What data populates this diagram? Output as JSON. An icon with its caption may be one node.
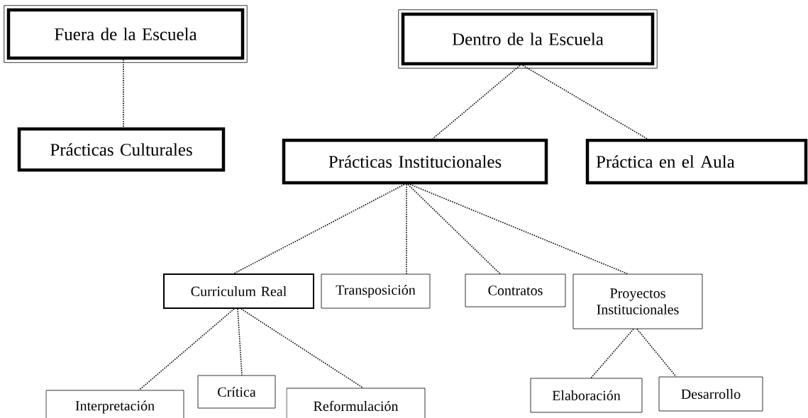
{
  "diagram": {
    "nodes": [
      {
        "text": [
          "Fuera de la Escuela"
        ]
      },
      {
        "text": [
          "Prácticas Culturales"
        ]
      },
      {
        "text": [
          "Dentro de la Escuela"
        ]
      },
      {
        "text": [
          "Prácticas Institucionales"
        ]
      },
      {
        "text": [
          "Práctica en el Aula"
        ]
      },
      {
        "text": [
          "Curriculum Real"
        ]
      },
      {
        "text": [
          "Transposición"
        ]
      },
      {
        "text": [
          "Contratos"
        ]
      },
      {
        "text": [
          "Proyectos Institucionales"
        ]
      },
      {
        "text": [
          "Interpretación"
        ]
      },
      {
        "text": [
          "Crítica"
        ]
      },
      {
        "text": [
          "Reformulación"
        ]
      },
      {
        "text": [
          "Elaboración"
        ]
      },
      {
        "text": [
          "Desarrollo"
        ]
      }
    ],
    "edges": [
      {
        "from": 0,
        "to": 1,
        "arrow": "none"
      },
      {
        "from": 2,
        "to": 3,
        "arrow": "none"
      },
      {
        "from": 2,
        "to": 4,
        "arrow": "none"
      },
      {
        "from": 3,
        "to": 5,
        "arrow": "none"
      },
      {
        "from": 3,
        "to": 6,
        "arrow": "none"
      },
      {
        "from": 3,
        "to": 7,
        "arrow": "none"
      },
      {
        "from": 3,
        "to": 8,
        "arrow": "none"
      },
      {
        "from": 5,
        "to": 9,
        "arrow": "none"
      },
      {
        "from": 5,
        "to": 10,
        "arrow": "none"
      },
      {
        "from": 5,
        "to": 11,
        "arrow": "none"
      },
      {
        "from": 8,
        "to": 12,
        "arrow": "none"
      },
      {
        "from": 8,
        "to": 13,
        "arrow": "none"
      }
    ]
  }
}
